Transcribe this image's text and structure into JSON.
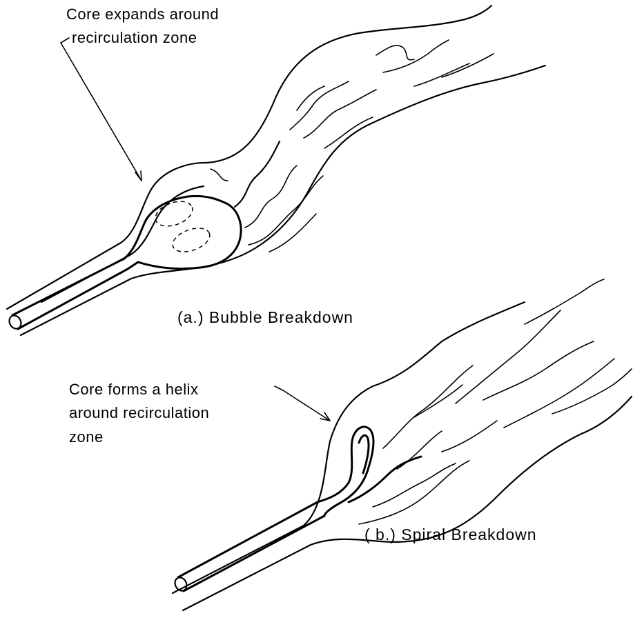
{
  "panel_a": {
    "annotation_line1": "Core expands around",
    "annotation_line2": "recirculation zone",
    "caption": "(a.) Bubble Breakdown"
  },
  "panel_b": {
    "annotation_line1": "Core forms a helix",
    "annotation_line2": "around recirculation",
    "annotation_line3": "zone",
    "caption": "( b.) Spiral Breakdown"
  }
}
